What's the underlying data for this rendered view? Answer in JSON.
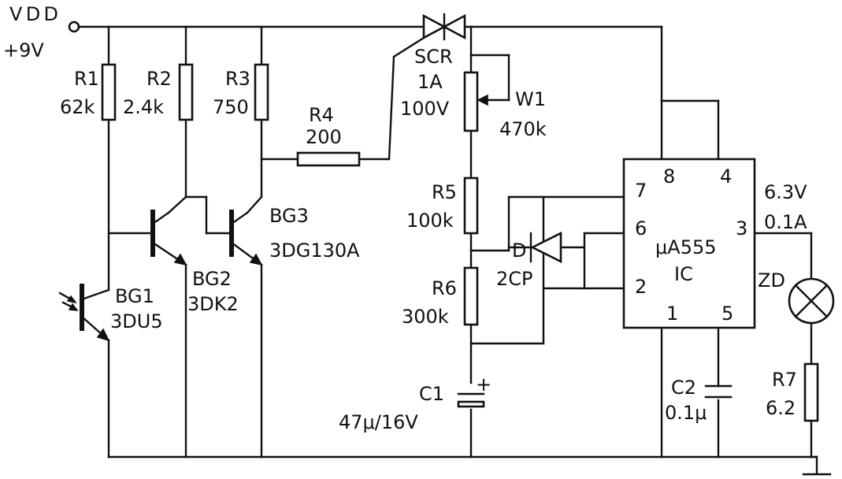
{
  "supply": {
    "name": "VDD",
    "value": "+9V"
  },
  "resistors": [
    {
      "ref": "R1",
      "value": "62k"
    },
    {
      "ref": "R2",
      "value": "2.4k"
    },
    {
      "ref": "R3",
      "value": "750"
    },
    {
      "ref": "R4",
      "value": "200"
    },
    {
      "ref": "R5",
      "value": "100k"
    },
    {
      "ref": "R6",
      "value": "300k"
    },
    {
      "ref": "R7",
      "value": "6.2"
    }
  ],
  "transistors": [
    {
      "ref": "BG1",
      "part": "3DU5"
    },
    {
      "ref": "BG2",
      "part": "3DK2"
    },
    {
      "ref": "BG3",
      "part": "3DG130A"
    }
  ],
  "scr": {
    "ref": "SCR",
    "current": "1A",
    "voltage": "100V"
  },
  "pot": {
    "ref": "W1",
    "value": "470k"
  },
  "diode": {
    "ref": "D",
    "part": "2CP"
  },
  "capacitors": [
    {
      "ref": "C1",
      "value": "47μ/16V"
    },
    {
      "ref": "C2",
      "value": "0.1μ"
    }
  ],
  "ic": {
    "part": "μA555",
    "ref": "IC",
    "pins": [
      "7",
      "8",
      "4",
      "6",
      "3",
      "2",
      "1",
      "5"
    ]
  },
  "lamp": {
    "ref": "ZD",
    "voltage": "6.3V",
    "current": "0.1A"
  }
}
